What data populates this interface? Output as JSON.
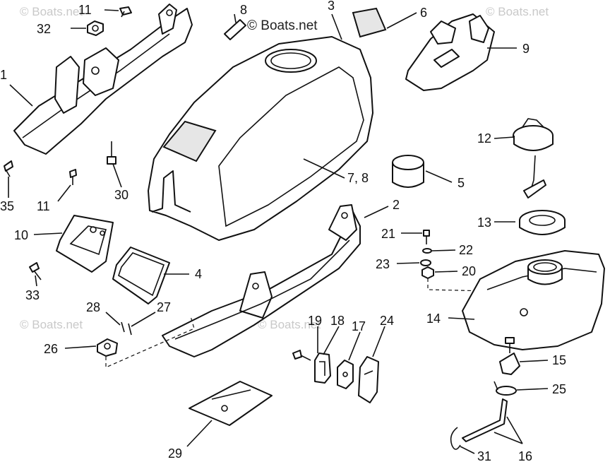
{
  "watermark": {
    "brand": "© Boats.net",
    "faint": "© Boats.net"
  },
  "callouts": [
    {
      "id": "11a",
      "text": "11"
    },
    {
      "id": "32",
      "text": "32"
    },
    {
      "id": "8",
      "text": "8"
    },
    {
      "id": "3",
      "text": "3"
    },
    {
      "id": "6",
      "text": "6"
    },
    {
      "id": "9",
      "text": "9"
    },
    {
      "id": "1",
      "text": "1"
    },
    {
      "id": "12",
      "text": "12"
    },
    {
      "id": "35",
      "text": "35"
    },
    {
      "id": "11b",
      "text": "11"
    },
    {
      "id": "30",
      "text": "30"
    },
    {
      "id": "78",
      "text": "7, 8"
    },
    {
      "id": "5",
      "text": "5"
    },
    {
      "id": "2",
      "text": "2"
    },
    {
      "id": "13",
      "text": "13"
    },
    {
      "id": "10",
      "text": "10"
    },
    {
      "id": "21",
      "text": "21"
    },
    {
      "id": "22",
      "text": "22"
    },
    {
      "id": "4",
      "text": "4"
    },
    {
      "id": "23",
      "text": "23"
    },
    {
      "id": "20",
      "text": "20"
    },
    {
      "id": "33",
      "text": "33"
    },
    {
      "id": "28",
      "text": "28"
    },
    {
      "id": "27",
      "text": "27"
    },
    {
      "id": "14",
      "text": "14"
    },
    {
      "id": "19",
      "text": "19"
    },
    {
      "id": "18",
      "text": "18"
    },
    {
      "id": "17",
      "text": "17"
    },
    {
      "id": "24",
      "text": "24"
    },
    {
      "id": "26",
      "text": "26"
    },
    {
      "id": "15",
      "text": "15"
    },
    {
      "id": "25",
      "text": "25"
    },
    {
      "id": "29",
      "text": "29"
    },
    {
      "id": "31",
      "text": "31"
    },
    {
      "id": "16",
      "text": "16"
    }
  ]
}
